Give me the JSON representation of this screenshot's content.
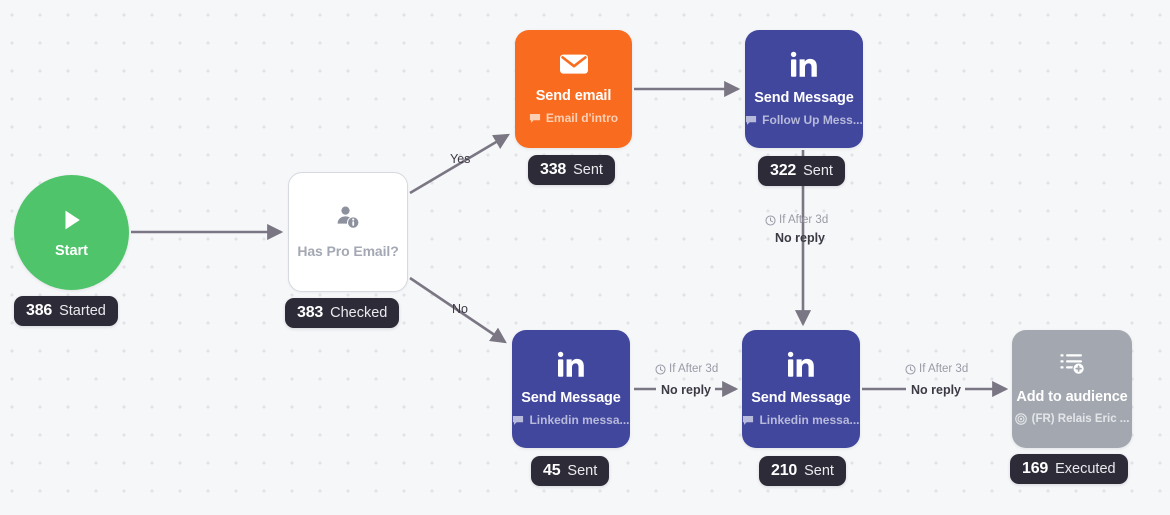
{
  "canvas": {
    "background_color": "#f6f7f9",
    "grid_dot_color": "#e2e3e8"
  },
  "colors": {
    "start_green": "#4fc46a",
    "email_orange": "#f96c1f",
    "linkedin_blue": "#42479e",
    "audience_gray": "#a3a8b0",
    "badge_dark": "#2e2b38",
    "edge_gray": "#7b7683"
  },
  "nodes": {
    "start": {
      "icon": "play-icon",
      "label": "Start",
      "metric": {
        "value": "386",
        "label": "Started"
      }
    },
    "condition": {
      "icon": "person-info-icon",
      "title": "Has Pro Email?",
      "metric": {
        "value": "383",
        "label": "Checked"
      }
    },
    "send_email": {
      "icon": "envelope-icon",
      "title": "Send email",
      "sub_icon": "message-flag-icon",
      "subtitle": "Email d'intro",
      "metric": {
        "value": "338",
        "label": "Sent"
      }
    },
    "linkedin_followup": {
      "icon": "linkedin-icon",
      "title": "Send Message",
      "sub_icon": "message-flag-icon",
      "subtitle": "Follow Up Mess...",
      "metric": {
        "value": "322",
        "label": "Sent"
      }
    },
    "linkedin_first": {
      "icon": "linkedin-icon",
      "title": "Send Message",
      "sub_icon": "message-flag-icon",
      "subtitle": "Linkedin messa...",
      "metric": {
        "value": "45",
        "label": "Sent"
      }
    },
    "linkedin_second": {
      "icon": "linkedin-icon",
      "title": "Send Message",
      "sub_icon": "message-flag-icon",
      "subtitle": "Linkedin messa...",
      "metric": {
        "value": "210",
        "label": "Sent"
      }
    },
    "add_to_audience": {
      "icon": "list-add-icon",
      "title": "Add to audience",
      "sub_icon": "target-icon",
      "subtitle": "(FR) Relais Eric ...",
      "metric": {
        "value": "169",
        "label": "Executed"
      }
    }
  },
  "edges": {
    "yes_label": "Yes",
    "no_label": "No",
    "delay_1": {
      "icon": "clock-icon",
      "time": "If After 3d",
      "condition": "No reply"
    },
    "delay_2": {
      "icon": "clock-icon",
      "time": "If After 3d",
      "condition": "No reply"
    },
    "delay_3": {
      "icon": "clock-icon",
      "time": "If After 3d",
      "condition": "No reply"
    }
  }
}
